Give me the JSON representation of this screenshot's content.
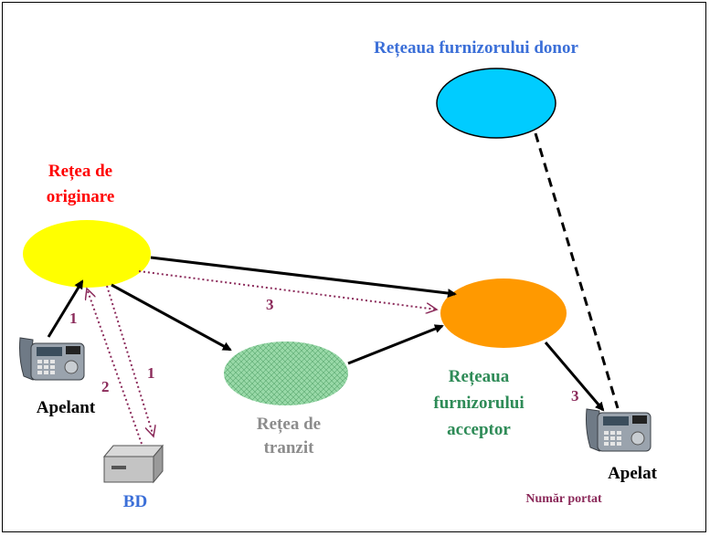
{
  "labels": {
    "donor_network": "Rețeaua furnizorului donor",
    "origin_network_line1": "Rețea de",
    "origin_network_line2": "originare",
    "caller": "Apelant",
    "database": "BD",
    "transit_network_line1": "Rețea de",
    "transit_network_line2": "tranzit",
    "acceptor_network_line1": "Rețeaua",
    "acceptor_network_line2": "furnizorului",
    "acceptor_network_line3": "acceptor",
    "called": "Apelat",
    "ported_number": "Număr portat"
  },
  "steps": {
    "caller_to_origin": "1",
    "origin_to_db": "1",
    "db_to_origin": "2",
    "origin_to_acceptor_dotted": "3",
    "acceptor_to_called": "3"
  },
  "colors": {
    "donor_label": "#3b6fd8",
    "origin_label": "#ff0000",
    "db_label": "#3b6fd8",
    "transit_label": "#8c8c8c",
    "acceptor_label": "#2e8b57",
    "step_number": "#8b2a5a",
    "ported_label": "#8b2a5a",
    "origin_fill": "#ffff00",
    "donor_fill": "#00ccff",
    "acceptor_fill": "#ff9900",
    "transit_fill": "#99d9a8"
  }
}
